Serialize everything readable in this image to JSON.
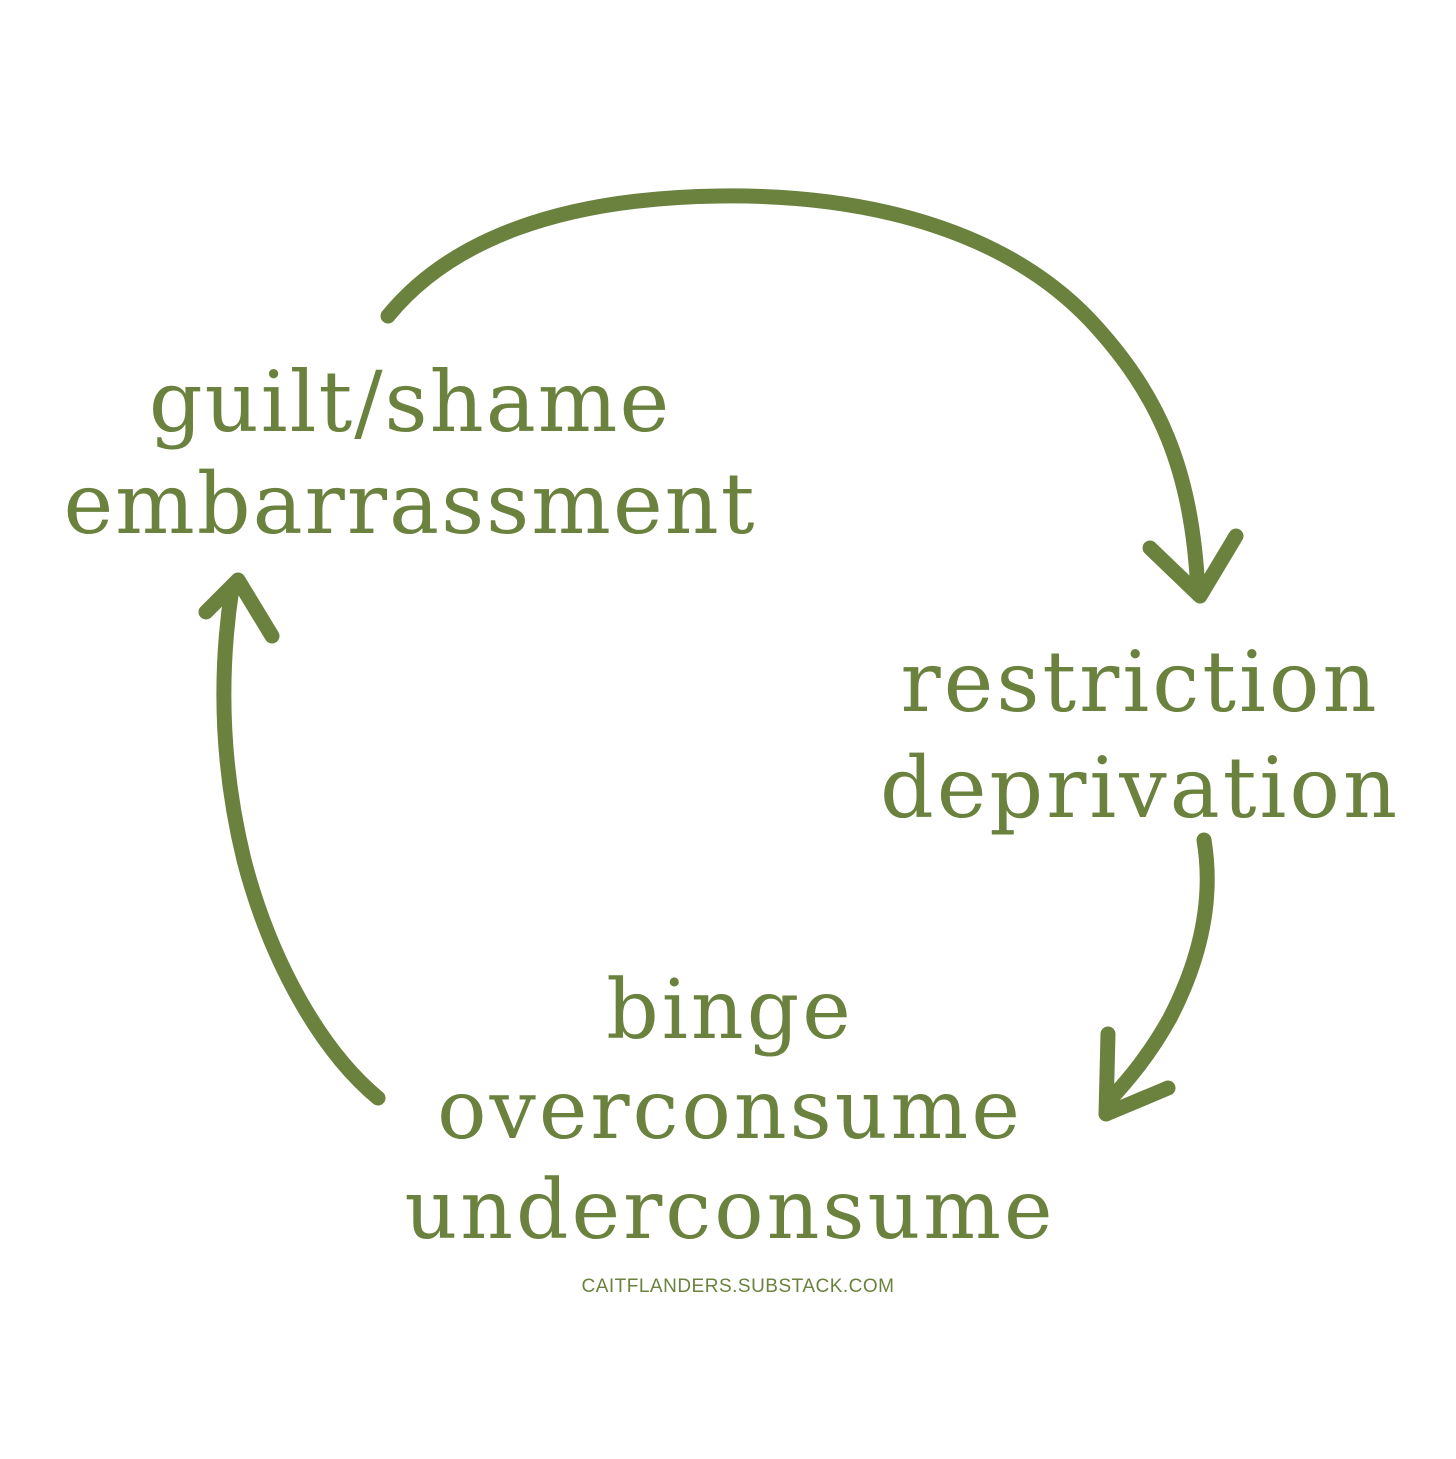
{
  "diagram": {
    "accent_color": "#6a823e",
    "nodes": [
      {
        "id": "guilt",
        "lines": [
          "guilt/shame",
          "embarrassment"
        ]
      },
      {
        "id": "restriction",
        "lines": [
          "restriction",
          "deprivation"
        ]
      },
      {
        "id": "binge",
        "lines": [
          "binge",
          "overconsume",
          "underconsume"
        ]
      }
    ],
    "edges": [
      {
        "from": "guilt",
        "to": "restriction"
      },
      {
        "from": "restriction",
        "to": "binge"
      },
      {
        "from": "binge",
        "to": "guilt"
      }
    ],
    "credit": "CAITFLANDERS.SUBSTACK.COM"
  }
}
